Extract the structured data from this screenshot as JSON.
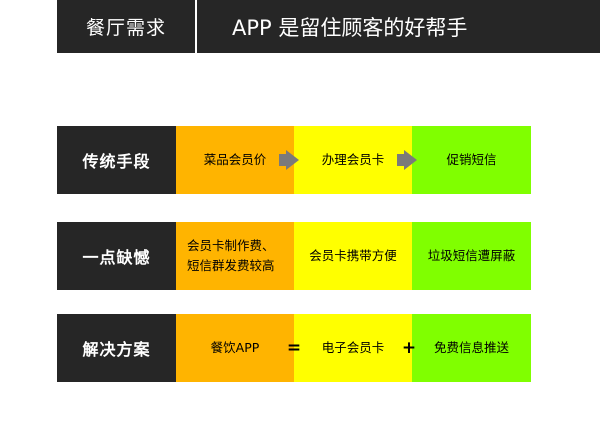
{
  "header": {
    "section": "餐厅需求",
    "title": "APP 是留住顾客的好帮手"
  },
  "rows": [
    {
      "label": "传统手段",
      "cells": [
        "菜品会员价",
        "办理会员卡",
        "促销短信"
      ]
    },
    {
      "label": "一点缺憾",
      "cell1_lines": [
        "会员卡制作费、",
        "短信群发费较高"
      ],
      "cells": [
        "",
        "会员卡携带方便",
        "垃圾短信遭屏蔽"
      ]
    },
    {
      "label": "解决方案",
      "cells": [
        "餐饮APP",
        "电子会员卡",
        "免费信息推送"
      ],
      "operators": [
        "=",
        "+"
      ]
    }
  ],
  "colors": {
    "dark": "#262626",
    "orange": "#ffb400",
    "yellow": "#ffff00",
    "green": "#80ff00",
    "arrow": "#7a7a7a"
  }
}
